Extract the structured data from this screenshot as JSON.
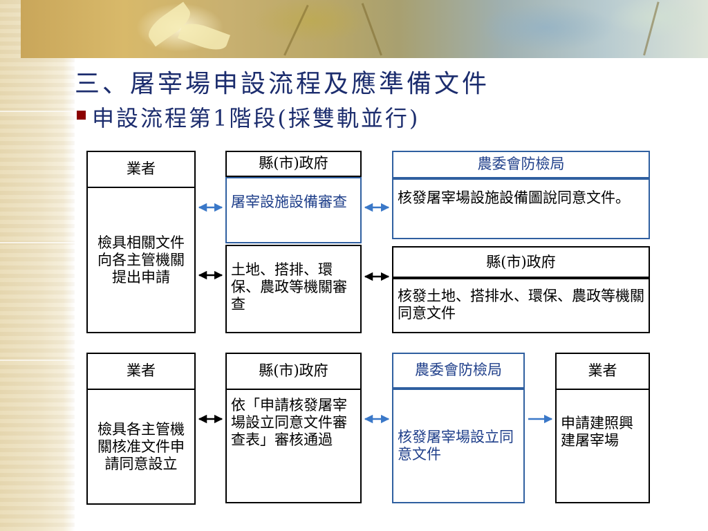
{
  "slide": {
    "title": "三、屠宰場申設流程及應準備文件",
    "subtitle": "申設流程第1階段(採雙軌並行)"
  },
  "flow1": {
    "operator_header": "業者",
    "operator_body": "檢具相關文件向各主管機關提出申請",
    "county_header": "縣(市)政府",
    "facility_review": "屠宰設施設備審查",
    "land_review": "土地、搭排、環保、農政等機關審查",
    "coa_header": "農委會防檢局",
    "coa_approve": "核發屠宰場設施設備圖說同意文件。",
    "county2_header": "縣(市)政府",
    "county2_approve": "核發土地、搭排水、環保、農政等機關同意文件"
  },
  "flow2": {
    "operator_header": "業者",
    "operator_body": "檢具各主管機關核准文件申請同意設立",
    "county_header": "縣(市)政府",
    "county_review": "依「申請核發屠宰場設立同意文件審查表」審核通過",
    "coa_header": "農委會防檢局",
    "coa_approve": "核發屠宰場設立同意文件",
    "final_header": "業者",
    "final_body": "申請建照興建屠宰場"
  },
  "colors": {
    "title": "#1c2d6e",
    "bullet": "#8b0000",
    "blue_border": "#2f5fa0",
    "blue_text": "#1f3f8a"
  }
}
